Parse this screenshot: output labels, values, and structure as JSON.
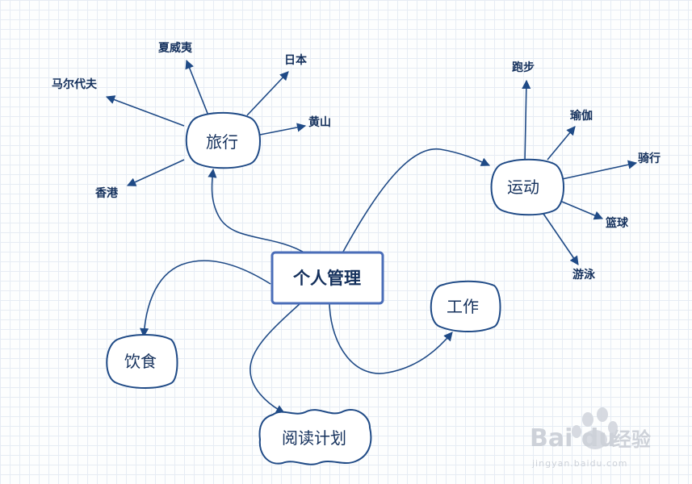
{
  "root": {
    "label": "个人管理"
  },
  "branches": {
    "travel": {
      "label": "旅行",
      "leaves": [
        "夏威夷",
        "日本",
        "马尔代夫",
        "黄山",
        "香港"
      ]
    },
    "sports": {
      "label": "运动",
      "leaves": [
        "跑步",
        "瑜伽",
        "骑行",
        "篮球",
        "游泳"
      ]
    },
    "work": {
      "label": "工作"
    },
    "food": {
      "label": "饮食"
    },
    "reading": {
      "label": "阅读计划"
    }
  },
  "watermark": {
    "brand": "Bai du",
    "tag": "经验",
    "url": "jingyan.baidu.com"
  },
  "colors": {
    "line": "#1f4a86",
    "text": "#14305c",
    "root_border": "#4a6db8"
  }
}
